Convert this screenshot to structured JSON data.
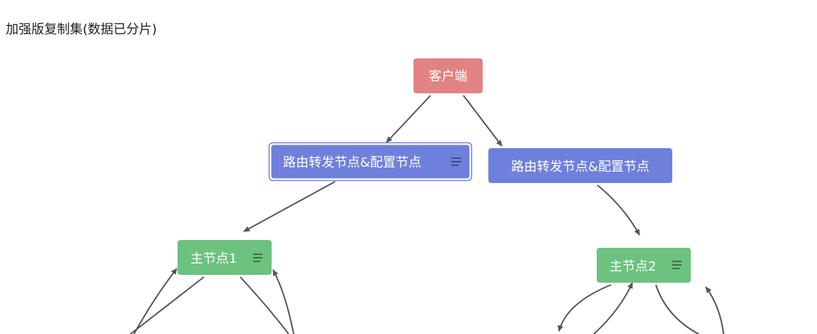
{
  "title": "加强版复制集(数据已分片)",
  "colors": {
    "client": "#e18283",
    "router": "#6f80dc",
    "master": "#6cc27e",
    "edge": "#555555"
  },
  "nodes": {
    "client": {
      "label": "客户端"
    },
    "router1": {
      "label": "路由转发节点&配置节点",
      "has_note_icon": true,
      "selected": true
    },
    "router2": {
      "label": "路由转发节点&配置节点"
    },
    "master1": {
      "label": "主节点1",
      "has_note_icon": true
    },
    "master2": {
      "label": "主节点2",
      "has_note_icon": true
    }
  }
}
